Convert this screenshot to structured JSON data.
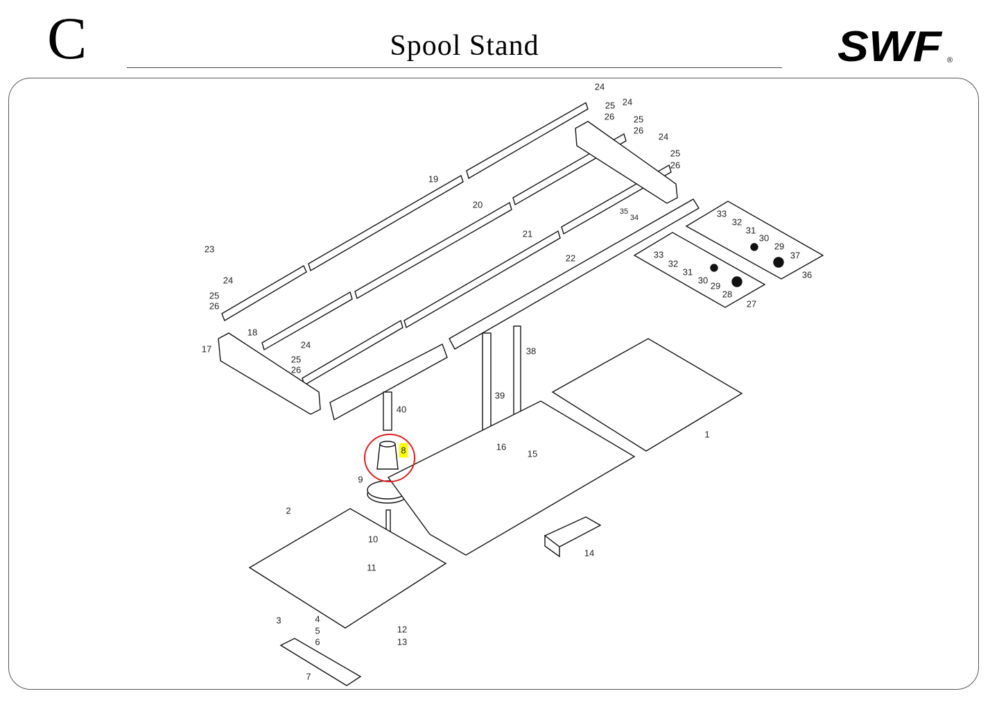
{
  "header": {
    "section_letter": "C",
    "title": "Spool Stand",
    "logo_text": "SWF®"
  },
  "highlight": {
    "part": "8",
    "circle_color": "#e31b1b",
    "highlight_color": "#ffff00"
  },
  "callouts": [
    "24",
    "25",
    "26",
    "24",
    "25",
    "26",
    "24",
    "25",
    "26",
    "19",
    "20",
    "21",
    "22",
    "35",
    "34",
    "33",
    "32",
    "31",
    "30",
    "29",
    "37",
    "36",
    "33",
    "32",
    "31",
    "30",
    "29",
    "28",
    "27",
    "23",
    "24",
    "25",
    "26",
    "18",
    "17",
    "24",
    "25",
    "26",
    "38",
    "39",
    "40",
    "1",
    "8",
    "16",
    "15",
    "9",
    "2",
    "10",
    "11",
    "14",
    "3",
    "4",
    "5",
    "6",
    "12",
    "13",
    "7"
  ]
}
